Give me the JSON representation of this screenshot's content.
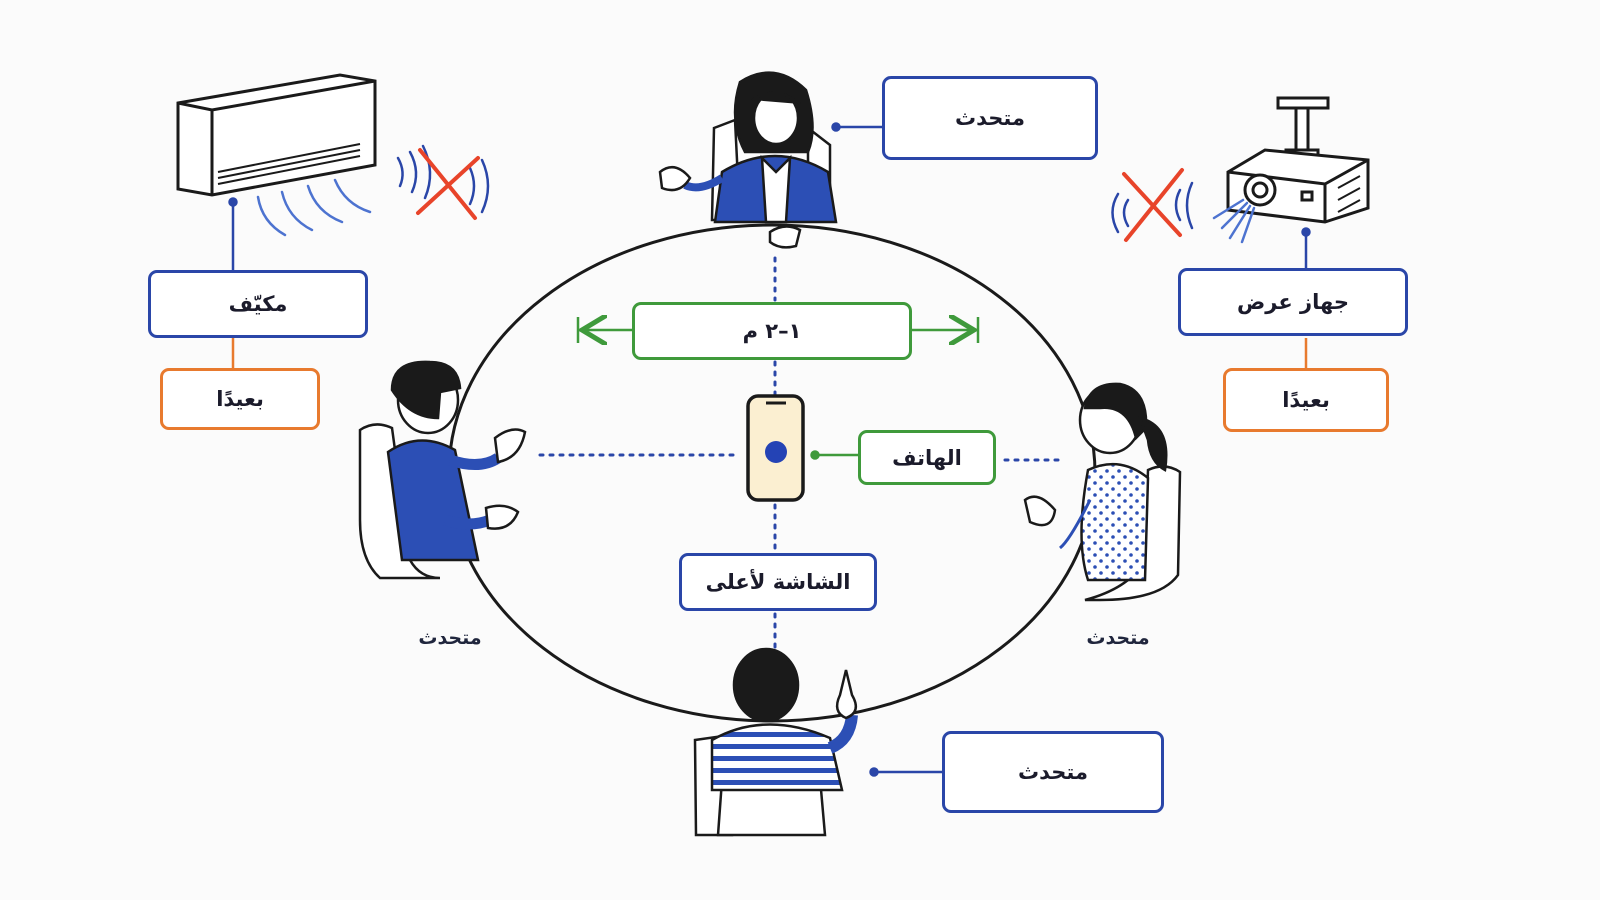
{
  "colors": {
    "speaker": "#2a46a8",
    "phone": "#3f9a3b",
    "away": "#e87a2e",
    "noise_cross": "#e8442a",
    "figure_blue": "#2c4fb5",
    "ink": "#1a1a1a"
  },
  "labels": {
    "top_speaker": "متحدث",
    "left_speaker": "متحدث",
    "right_speaker": "متحدث",
    "bottom_speaker": "متحدث",
    "distance": "١–٢ م",
    "phone": "الهاتف",
    "screen_up": "الشاشة لأعلى",
    "ac": "مكيّف",
    "ac_away": "بعيدًا",
    "projector": "جهاز عرض",
    "projector_away": "بعيدًا"
  },
  "icons": {
    "ac": "air-conditioner-icon",
    "projector": "projector-icon",
    "phone": "smartphone-icon",
    "noise_cross": "cross-icon"
  }
}
